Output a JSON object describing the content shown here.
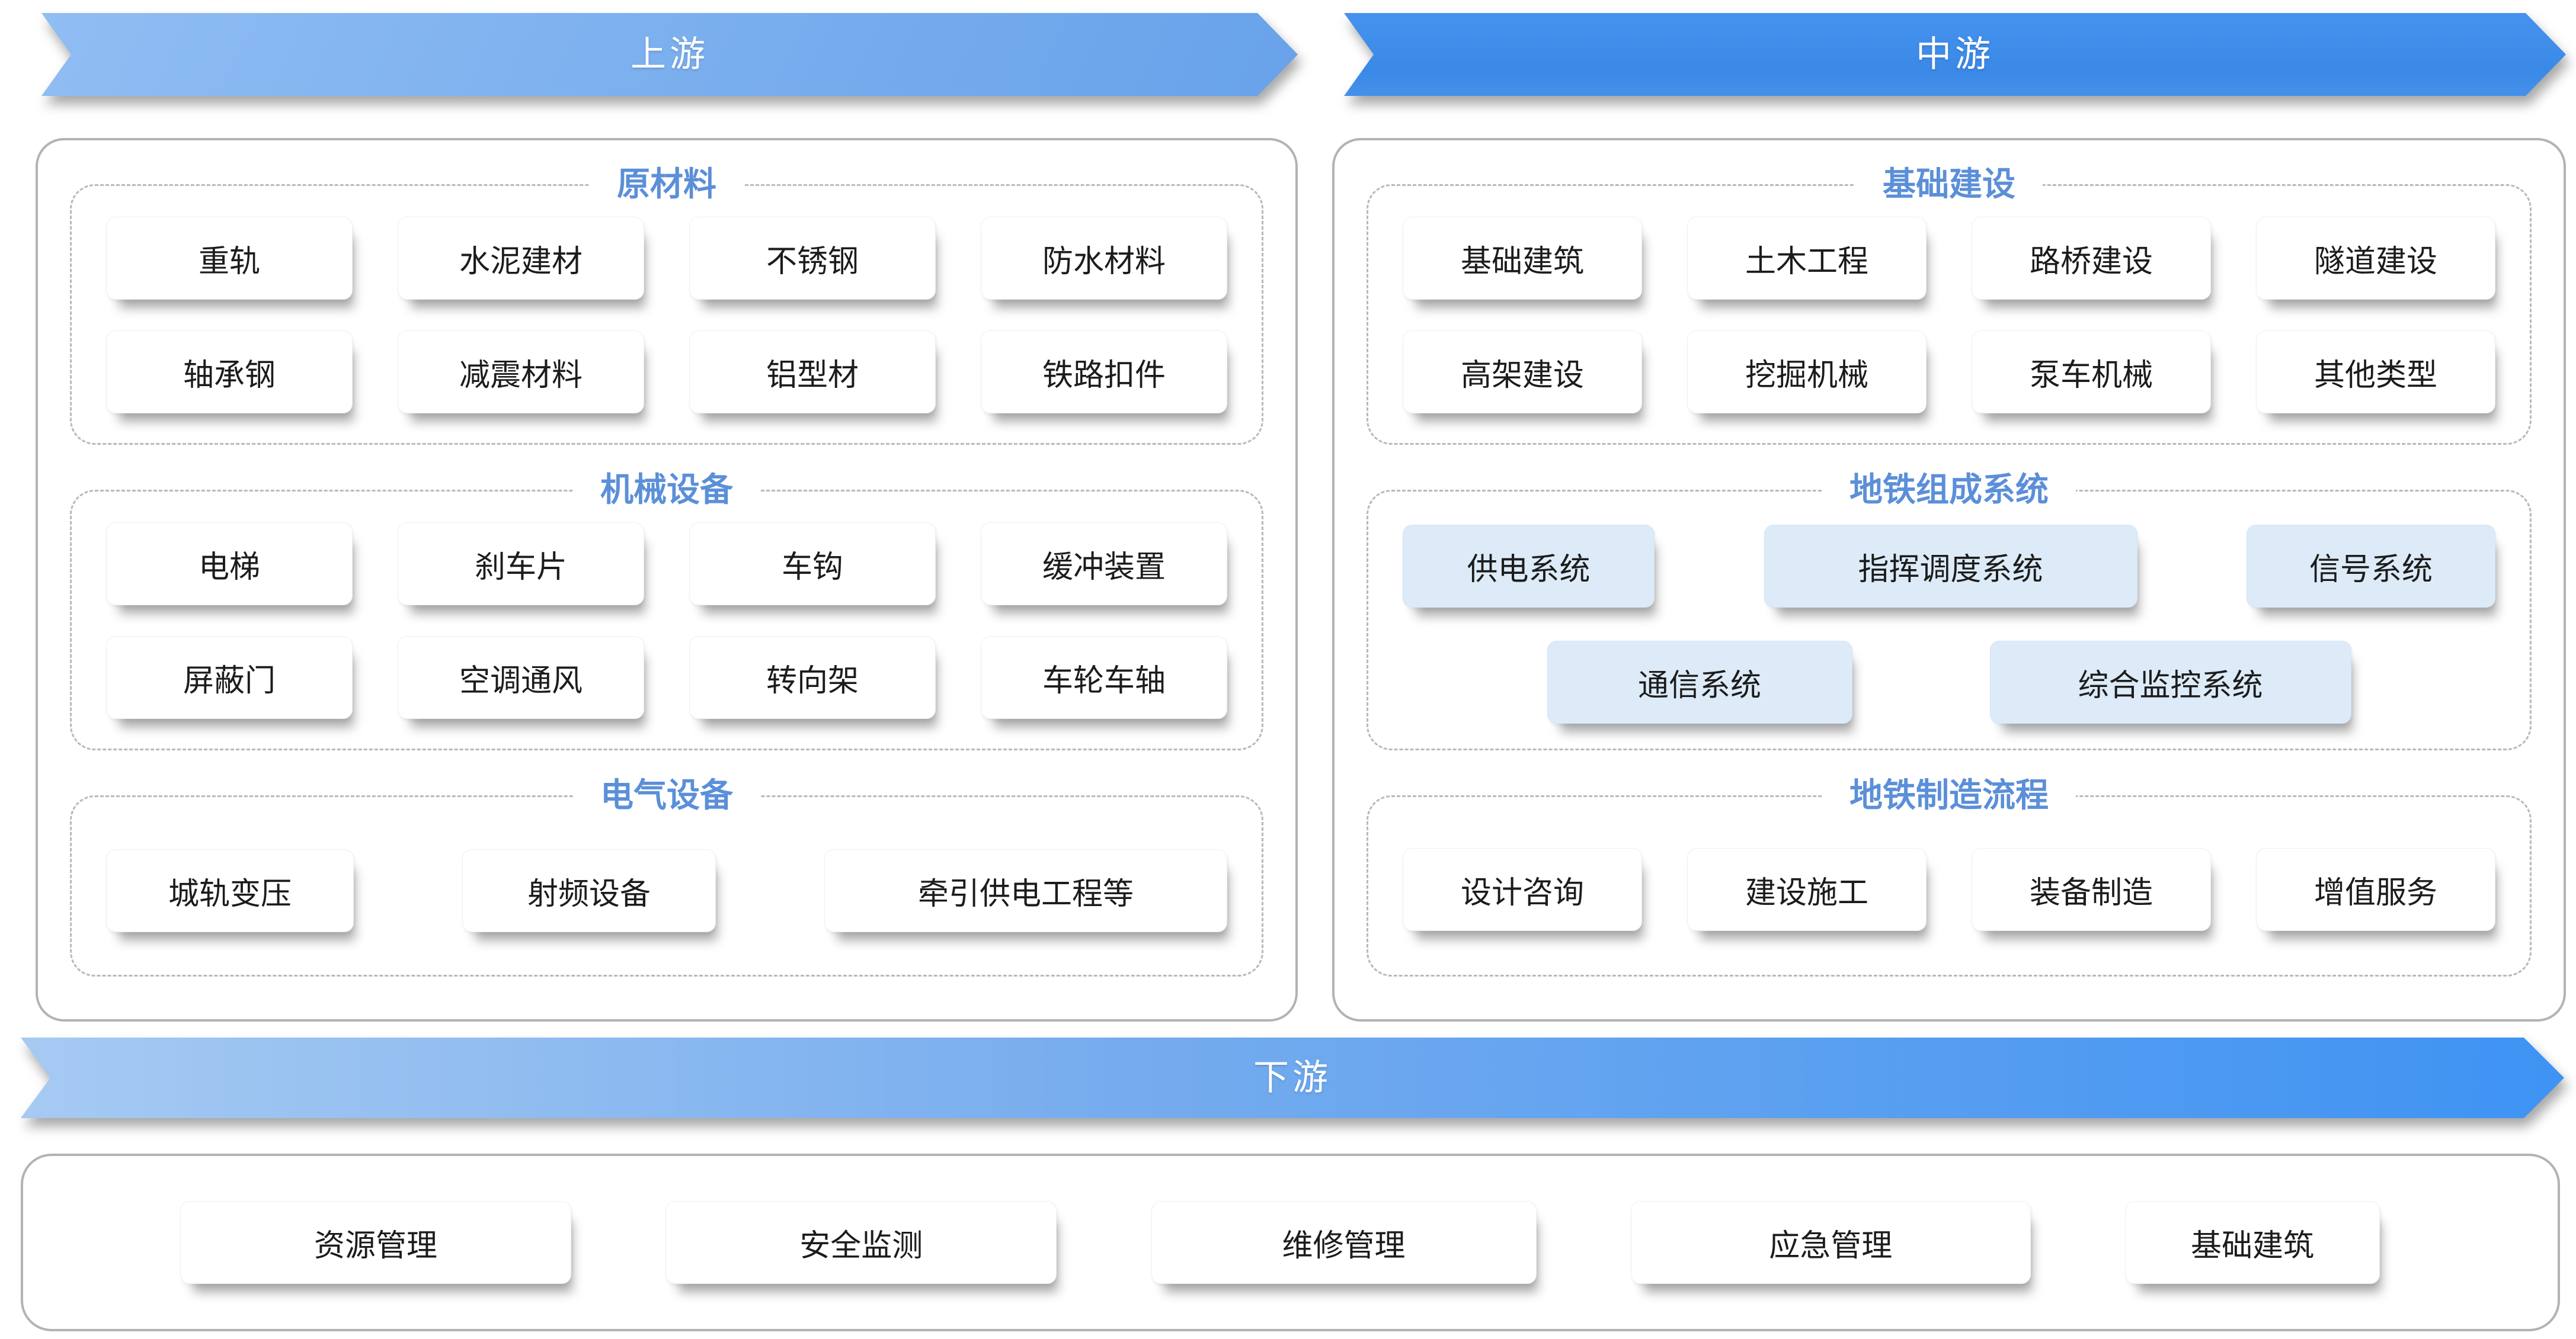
{
  "banners": {
    "upstream": "上游",
    "midstream": "中游",
    "downstream": "下游"
  },
  "upstream": {
    "sections": [
      {
        "title": "原材料",
        "items": [
          "重轨",
          "水泥建材",
          "不锈钢",
          "防水材料",
          "轴承钢",
          "减震材料",
          "铝型材",
          "铁路扣件"
        ]
      },
      {
        "title": "机械设备",
        "items": [
          "电梯",
          "刹车片",
          "车钩",
          "缓冲装置",
          "屏蔽门",
          "空调通风",
          "转向架",
          "车轮车轴"
        ]
      },
      {
        "title": "电气设备",
        "items": [
          "城轨变压",
          "射频设备",
          "牵引供电工程等"
        ]
      }
    ]
  },
  "midstream": {
    "sections": [
      {
        "title": "基础建设",
        "items": [
          "基础建筑",
          "土木工程",
          "路桥建设",
          "隧道建设",
          "高架建设",
          "挖掘机械",
          "泵车机械",
          "其他类型"
        ]
      },
      {
        "title": "地铁组成系统",
        "row1": [
          "供电系统",
          "指挥调度系统",
          "信号系统"
        ],
        "row2": [
          "通信系统",
          "综合监控系统"
        ]
      },
      {
        "title": "地铁制造流程",
        "items": [
          "设计咨询",
          "建设施工",
          "装备制造",
          "增值服务"
        ]
      }
    ]
  },
  "downstream": {
    "items": [
      "资源管理",
      "安全监测",
      "维修管理",
      "应急管理",
      "基础建筑"
    ]
  },
  "colors": {
    "section_title": "#5b8fd8",
    "highlight_card_bg": "#ddebf8",
    "banner_upstream": "#79aeee",
    "banner_midstream": "#3e8de9",
    "banner_downstream_start": "#a6caf2",
    "banner_downstream_end": "#3e93f3",
    "panel_border": "#b3b3b3"
  }
}
